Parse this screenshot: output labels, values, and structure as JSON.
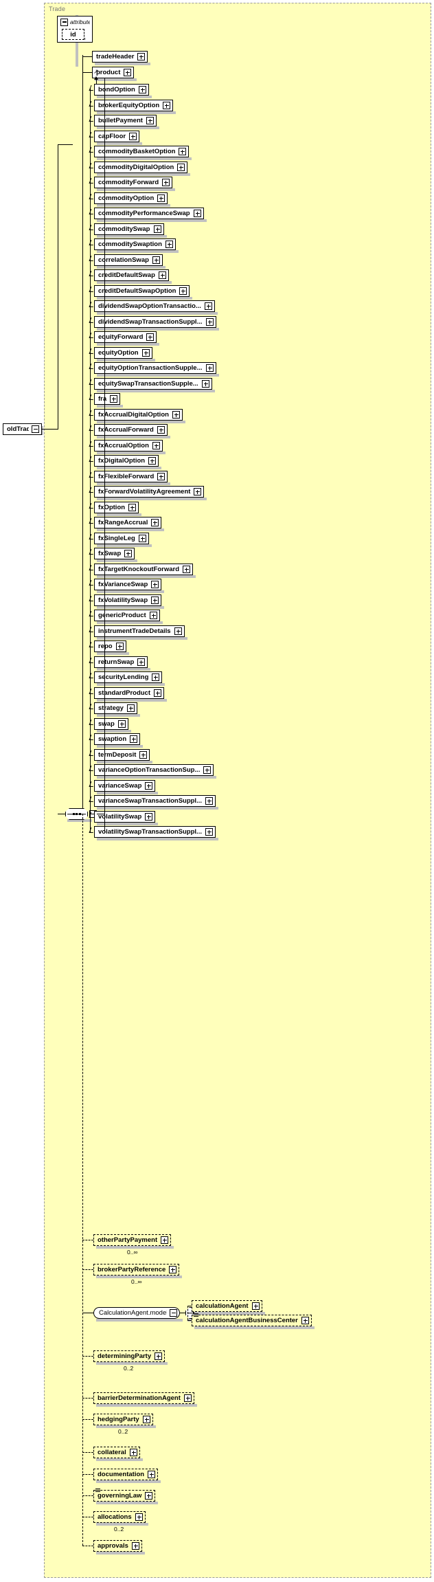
{
  "diagram": {
    "type": "xsd-schema-diagram",
    "root_element": "oldTrade",
    "group_title": "Trade",
    "colors": {
      "group_background": "#ffffbb",
      "group_border": "#999999",
      "node_background": "#ffffff",
      "node_border": "#000000",
      "shadow": "#c0c0c0",
      "title_text": "#777777"
    }
  },
  "root": {
    "label": "oldTrade",
    "expander": "minus"
  },
  "attributes_group": {
    "label": "attributes",
    "expander": "minus",
    "items": [
      {
        "label": "id",
        "style": "dashed"
      }
    ]
  },
  "sequence": {
    "connector_name": "sequence-connector",
    "expander": "minus"
  },
  "children": [
    {
      "label": "tradeHeader",
      "expander": "plus",
      "optional": false
    },
    {
      "label": "product",
      "expander": "plus",
      "optional": false,
      "abstract_ref": true
    }
  ],
  "choice": {
    "connector_name": "choice-connector",
    "expander": "minus",
    "options": [
      {
        "label": "bondOption",
        "expander": "plus"
      },
      {
        "label": "brokerEquityOption",
        "expander": "plus"
      },
      {
        "label": "bulletPayment",
        "expander": "plus"
      },
      {
        "label": "capFloor",
        "expander": "plus"
      },
      {
        "label": "commodityBasketOption",
        "expander": "plus"
      },
      {
        "label": "commodityDigitalOption",
        "expander": "plus"
      },
      {
        "label": "commodityForward",
        "expander": "plus"
      },
      {
        "label": "commodityOption",
        "expander": "plus"
      },
      {
        "label": "commodityPerformanceSwap",
        "expander": "plus"
      },
      {
        "label": "commoditySwap",
        "expander": "plus"
      },
      {
        "label": "commoditySwaption",
        "expander": "plus"
      },
      {
        "label": "correlationSwap",
        "expander": "plus"
      },
      {
        "label": "creditDefaultSwap",
        "expander": "plus"
      },
      {
        "label": "creditDefaultSwapOption",
        "expander": "plus"
      },
      {
        "label": "dividendSwapOptionTransactio...",
        "expander": "plus"
      },
      {
        "label": "dividendSwapTransactionSuppl...",
        "expander": "plus"
      },
      {
        "label": "equityForward",
        "expander": "plus"
      },
      {
        "label": "equityOption",
        "expander": "plus"
      },
      {
        "label": "equityOptionTransactionSupple...",
        "expander": "plus"
      },
      {
        "label": "equitySwapTransactionSupple...",
        "expander": "plus"
      },
      {
        "label": "fra",
        "expander": "plus"
      },
      {
        "label": "fxAccrualDigitalOption",
        "expander": "plus"
      },
      {
        "label": "fxAccrualForward",
        "expander": "plus"
      },
      {
        "label": "fxAccrualOption",
        "expander": "plus"
      },
      {
        "label": "fxDigitalOption",
        "expander": "plus"
      },
      {
        "label": "fxFlexibleForward",
        "expander": "plus"
      },
      {
        "label": "fxForwardVolatilityAgreement",
        "expander": "plus"
      },
      {
        "label": "fxOption",
        "expander": "plus"
      },
      {
        "label": "fxRangeAccrual",
        "expander": "plus"
      },
      {
        "label": "fxSingleLeg",
        "expander": "plus"
      },
      {
        "label": "fxSwap",
        "expander": "plus"
      },
      {
        "label": "fxTargetKnockoutForward",
        "expander": "plus"
      },
      {
        "label": "fxVarianceSwap",
        "expander": "plus"
      },
      {
        "label": "fxVolatilitySwap",
        "expander": "plus"
      },
      {
        "label": "genericProduct",
        "expander": "plus"
      },
      {
        "label": "instrumentTradeDetails",
        "expander": "plus"
      },
      {
        "label": "repo",
        "expander": "plus"
      },
      {
        "label": "returnSwap",
        "expander": "plus"
      },
      {
        "label": "securityLending",
        "expander": "plus"
      },
      {
        "label": "standardProduct",
        "expander": "plus"
      },
      {
        "label": "strategy",
        "expander": "plus"
      },
      {
        "label": "swap",
        "expander": "plus"
      },
      {
        "label": "swaption",
        "expander": "plus"
      },
      {
        "label": "termDeposit",
        "expander": "plus"
      },
      {
        "label": "varianceOptionTransactionSup...",
        "expander": "plus"
      },
      {
        "label": "varianceSwap",
        "expander": "plus"
      },
      {
        "label": "varianceSwapTransactionSuppl...",
        "expander": "plus"
      },
      {
        "label": "volatilitySwap",
        "expander": "plus"
      },
      {
        "label": "volatilitySwapTransactionSuppl...",
        "expander": "plus"
      }
    ]
  },
  "optional_children": [
    {
      "label": "otherPartyPayment",
      "expander": "plus",
      "cardinality": "0..∞"
    },
    {
      "label": "brokerPartyReference",
      "expander": "plus",
      "cardinality": "0..∞"
    }
  ],
  "calculation_agent_model": {
    "label": "CalculationAgent.model",
    "expander": "minus",
    "connector_expander": "minus",
    "children": [
      {
        "label": "calculationAgent",
        "expander": "plus",
        "cardinality": ""
      },
      {
        "label": "calculationAgentBusinessCenter",
        "expander": "plus",
        "cardinality": "",
        "seq_glyph": true
      }
    ]
  },
  "tail_children": [
    {
      "label": "determiningParty",
      "expander": "plus",
      "cardinality": "0..2",
      "seq_glyph": false
    },
    {
      "label": "barrierDeterminationAgent",
      "expander": "plus",
      "cardinality": "",
      "seq_glyph": false
    },
    {
      "label": "hedgingParty",
      "expander": "plus",
      "cardinality": "0..2",
      "seq_glyph": false
    },
    {
      "label": "collateral",
      "expander": "plus",
      "cardinality": "",
      "seq_glyph": false
    },
    {
      "label": "documentation",
      "expander": "plus",
      "cardinality": "",
      "seq_glyph": false
    },
    {
      "label": "governingLaw",
      "expander": "plus",
      "cardinality": "",
      "seq_glyph": true
    },
    {
      "label": "allocations",
      "expander": "plus",
      "cardinality": "0..2",
      "seq_glyph": false
    },
    {
      "label": "approvals",
      "expander": "plus",
      "cardinality": "",
      "seq_glyph": false
    }
  ]
}
